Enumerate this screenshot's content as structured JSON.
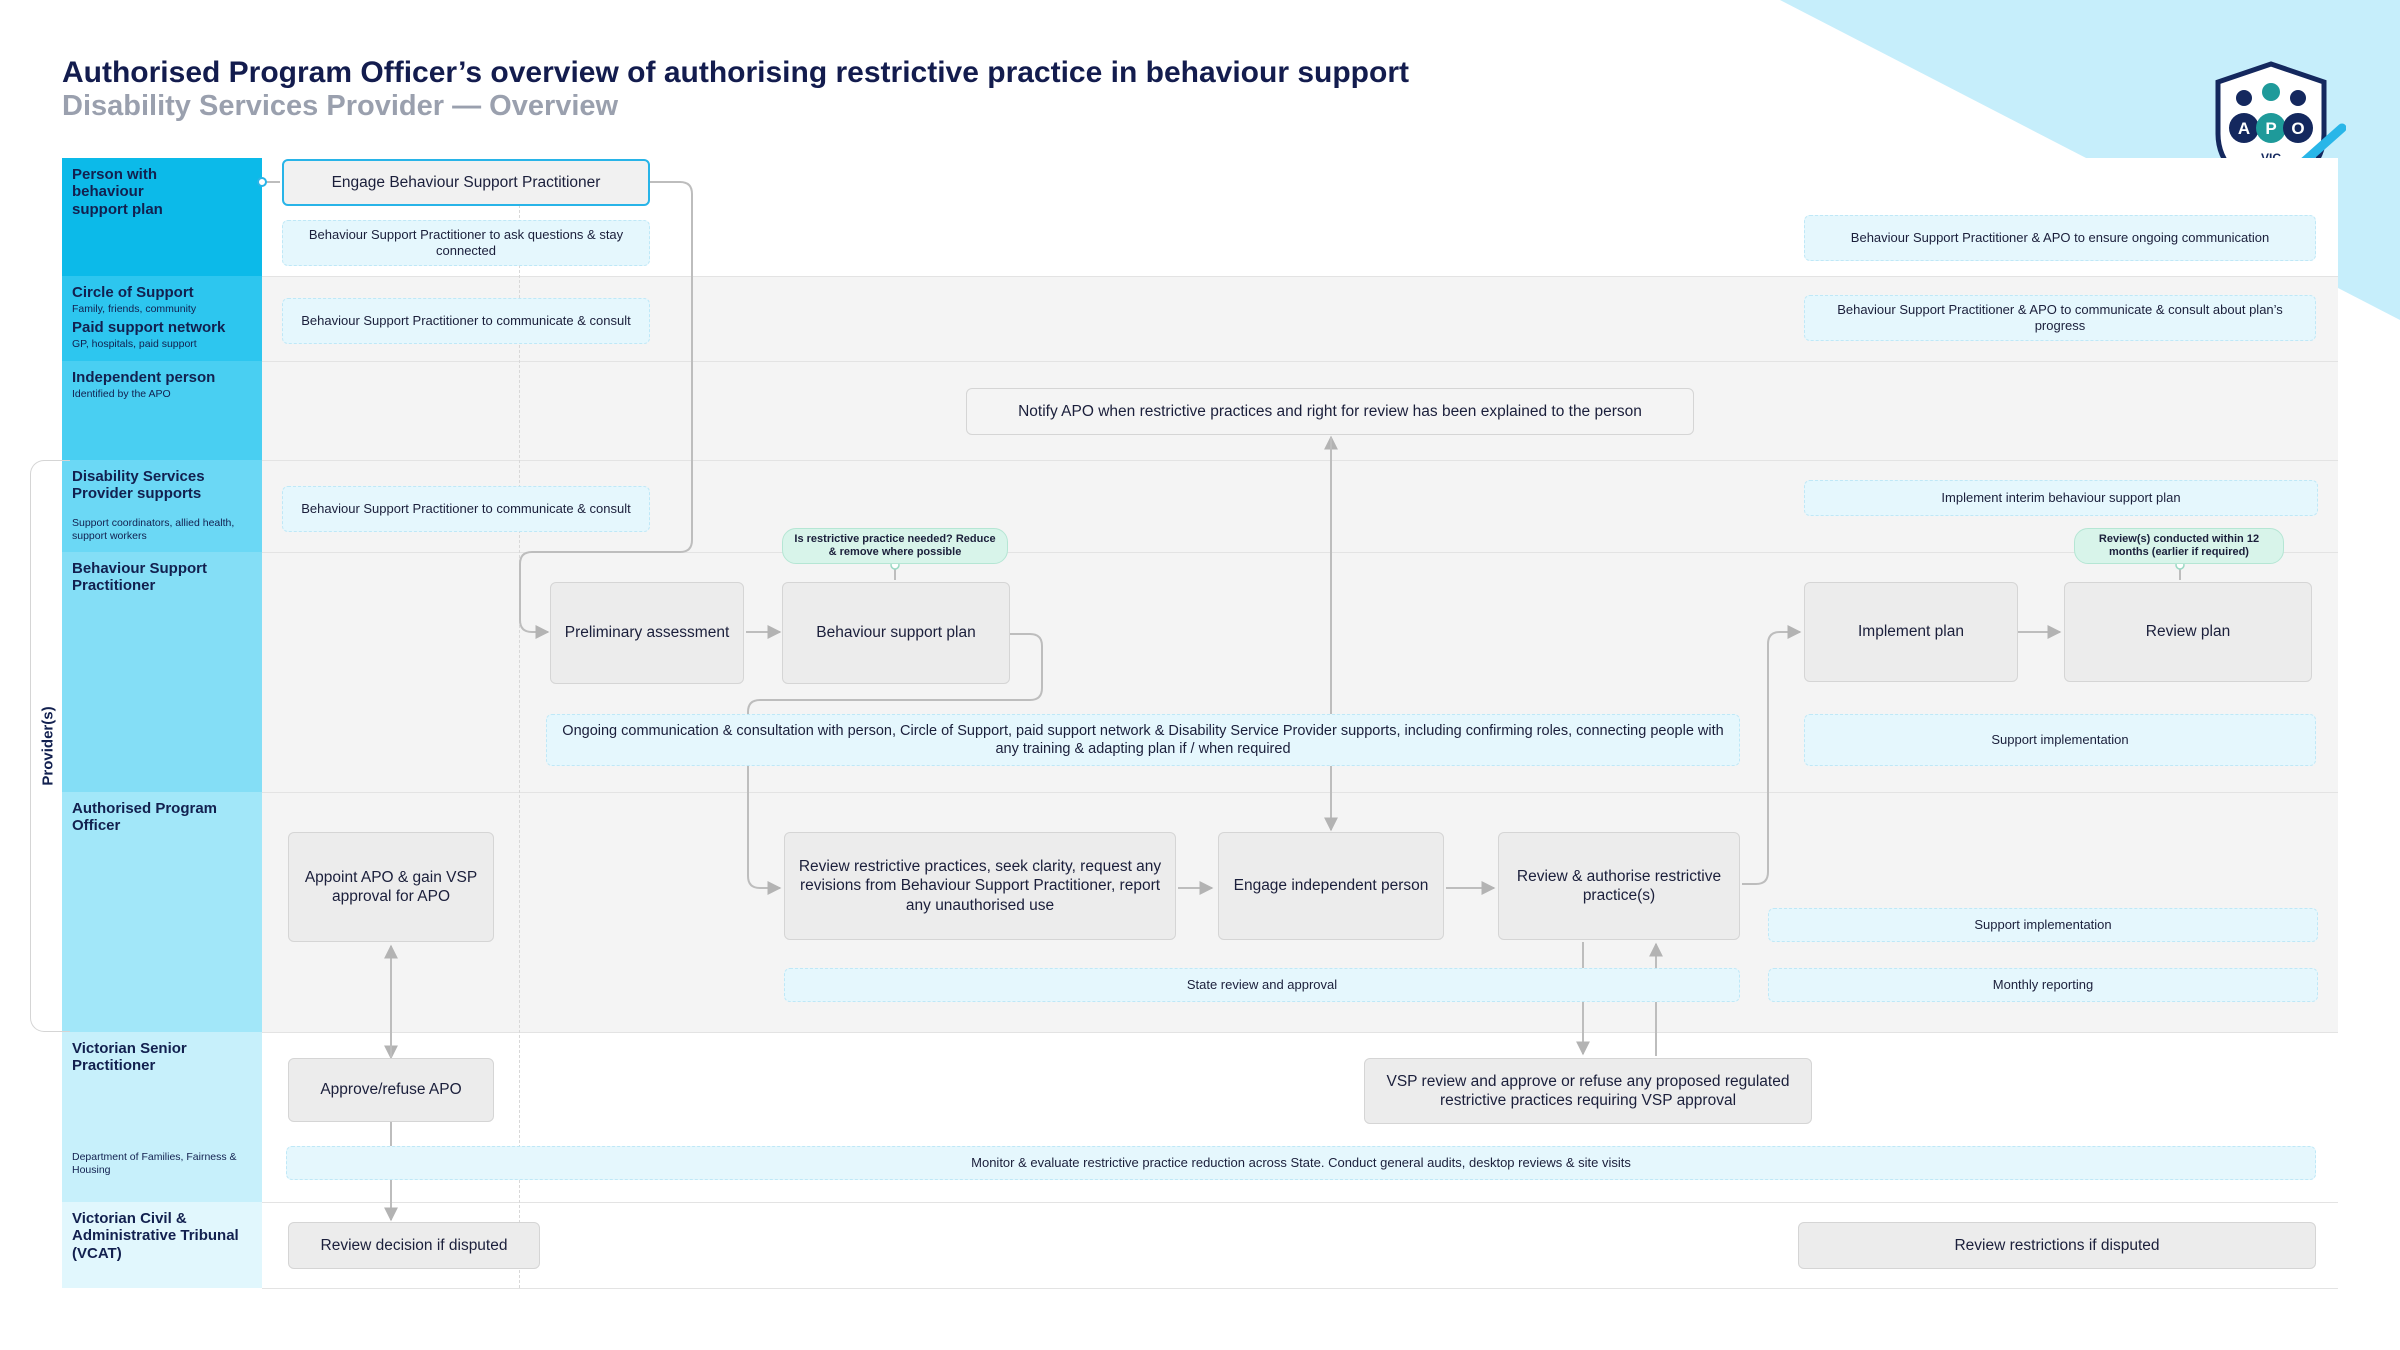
{
  "header": {
    "title": "Authorised Program Officer’s overview of authorising restrictive practice in behaviour support",
    "subtitle": "Disability Services Provider — Overview"
  },
  "logo": {
    "letters": [
      "A",
      "P",
      "O"
    ],
    "region": "VIC",
    "colors": {
      "navy": "#14285e",
      "teal": "#1e9a9a",
      "check": "#29b6e8"
    }
  },
  "lanes": [
    {
      "main": "Person with behaviour support plan",
      "sub": ""
    },
    {
      "main": "Circle of Support",
      "sub": "Family, friends, community",
      "main2": "Paid support network",
      "sub2": "GP, hospitals, paid support"
    },
    {
      "main": "Independent person",
      "sub": "Identified by the APO"
    },
    {
      "main": "Disability Services Provider supports",
      "sub": "Support coordinators, allied health, support workers"
    },
    {
      "main": "Behaviour Support Practitioner",
      "sub": ""
    },
    {
      "main": "Authorised Program Officer",
      "sub": ""
    },
    {
      "main": "Victorian Senior Practitioner",
      "sub": "Department of Families, Fairness & Housing"
    },
    {
      "main": "Victorian Civil & Administrative Tribunal (VCAT)",
      "sub": ""
    }
  ],
  "providers_label": "Provider(s)",
  "boxes": {
    "engage_bsp": "Engage Behaviour Support Practitioner",
    "preliminary": "Preliminary assessment",
    "bsp_plan": "Behaviour support plan",
    "notify_apo": "Notify APO when restrictive practices and right for review has been explained to the person",
    "implement_plan": "Implement plan",
    "review_plan": "Review plan",
    "appoint_apo": "Appoint APO & gain VSP approval for APO",
    "review_rp": "Review restrictive practices, seek clarity, request any revisions from Behaviour Support Practitioner, report any unauthorised use",
    "engage_ip": "Engage independent person",
    "review_authorise": "Review & authorise restrictive practice(s)",
    "approve_refuse": "Approve/refuse APO",
    "vsp_review": "VSP review and approve or refuse any proposed regulated restrictive practices requiring VSP approval",
    "review_decision": "Review decision if disputed",
    "review_restrictions": "Review restrictions if disputed"
  },
  "notes": {
    "bsp_ask": "Behaviour Support Practitioner to ask questions & stay connected",
    "bsp_apo_comm": "Behaviour Support Practitioner & APO to ensure ongoing communication",
    "bsp_consult_1": "Behaviour Support Practitioner to communicate & consult",
    "bsp_apo_progress": "Behaviour Support Practitioner & APO to communicate & consult about plan’s progress",
    "bsp_consult_2": "Behaviour Support Practitioner to communicate & consult",
    "interim": "Implement interim behaviour support plan",
    "ongoing": "Ongoing communication & consultation with person, Circle of Support, paid support network & Disability Service Provider supports, including confirming roles, connecting people with any training & adapting plan if / when required",
    "support_impl_1": "Support implementation",
    "support_impl_2": "Support implementation",
    "state_review": "State review and approval",
    "monthly": "Monthly reporting",
    "monitor": "Monitor & evaluate restrictive practice reduction across State. Conduct general audits, desktop reviews & site visits"
  },
  "pills": {
    "rp_needed": "Is restrictive practice needed? Reduce & remove where possible",
    "review_within": "Review(s) conducted within 12 months (earlier if required)"
  }
}
